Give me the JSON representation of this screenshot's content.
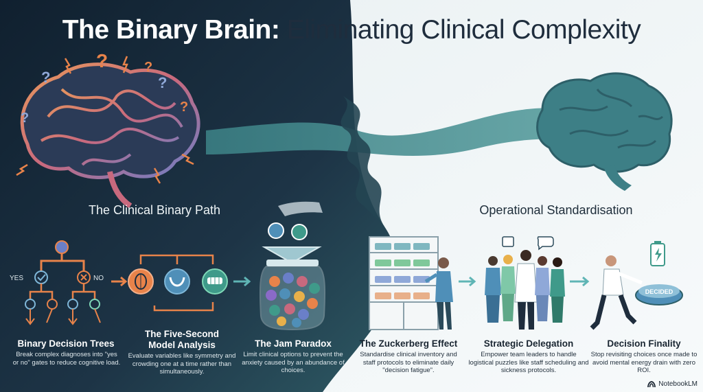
{
  "title": {
    "left": "The Binary Brain:",
    "right": "Eliminating Clinical Complexity"
  },
  "sections": {
    "left": "The Clinical Binary Path",
    "right": "Operational Standardisation"
  },
  "tree": {
    "yes": "YES",
    "no": "NO"
  },
  "button_label": "DECIDED",
  "items": [
    {
      "title": "Binary Decision Trees",
      "desc": "Break complex diagnoses into \"yes or no\" gates to reduce cognitive load."
    },
    {
      "title": "The Five-Second Model Analysis",
      "desc": "Evaluate variables like symmetry and crowding one at a time rather than simultaneously."
    },
    {
      "title": "The Jam Paradox",
      "desc": "Limit clinical options to prevent the anxiety caused by an abundance of choices."
    },
    {
      "title": "The Zuckerberg Effect",
      "desc": "Standardise clinical inventory and staff protocols to eliminate daily \"decision fatigue\"."
    },
    {
      "title": "Strategic Delegation",
      "desc": "Empower team leaders to handle logistical puzzles like staff scheduling and sickness protocols."
    },
    {
      "title": "Decision Finality",
      "desc": "Stop revisiting choices once made to avoid mental energy drain with zero ROI."
    }
  ],
  "brand": "NotebookLM",
  "colors": {
    "dark_bg": "#1b2d3f",
    "light_bg": "#eef4f6",
    "teal": "#4a8f90",
    "accent_orange": "#e8834a"
  }
}
